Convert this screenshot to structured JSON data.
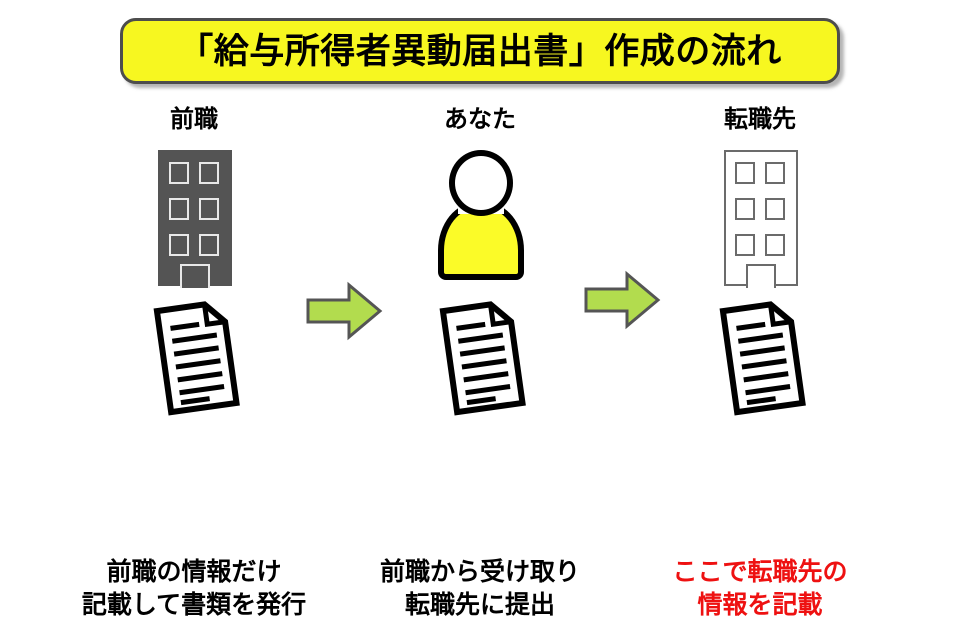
{
  "slide": {
    "title": "「給与所得者異動届出書」作成の流れ",
    "title_box_color": "#f7f720",
    "title_border_color": "#4d4d4d"
  },
  "colors": {
    "highlight_yellow": "#fbfb28",
    "arrow_green": "#b2dc4e",
    "arrow_outline": "#555555",
    "dark_building": "#545454",
    "accent_red": "#ee1111"
  },
  "steps": [
    {
      "label": "前職",
      "icon": "office-building-dark-icon",
      "document_icon": "document-icon",
      "caption": "前職の情報だけ\n記載して書類を発行",
      "caption_color": "#000000"
    },
    {
      "label": "あなた",
      "icon": "person-icon",
      "document_icon": "document-icon",
      "caption": "前職から受け取り\n転職先に提出",
      "caption_color": "#000000"
    },
    {
      "label": "転職先",
      "icon": "office-building-light-icon",
      "document_icon": "document-icon",
      "caption": "ここで転職先の\n情報を記載",
      "caption_color": "#ee1111"
    }
  ],
  "arrows": [
    {
      "name": "flow-arrow-1",
      "direction": "right"
    },
    {
      "name": "flow-arrow-2",
      "direction": "right"
    }
  ]
}
